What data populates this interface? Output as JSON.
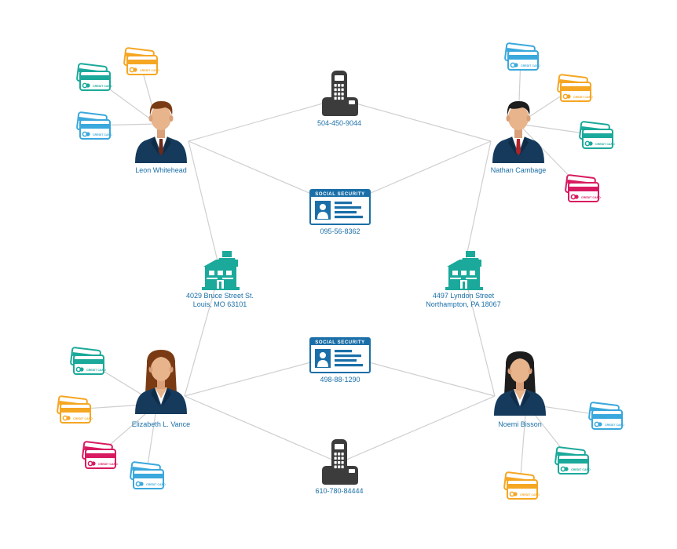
{
  "people": [
    {
      "id": "p1",
      "name": "Leon Whitehead",
      "gender": "male",
      "hair": "brown",
      "tie": "brown"
    },
    {
      "id": "p2",
      "name": "Nathan Cambage",
      "gender": "male",
      "hair": "dark",
      "tie": "red"
    },
    {
      "id": "p3",
      "name": "Elizabeth L. Vance",
      "gender": "female",
      "hair": "brown"
    },
    {
      "id": "p4",
      "name": "Noemi Bisson",
      "gender": "female",
      "hair": "dark"
    }
  ],
  "phones": [
    {
      "id": "ph1",
      "label": "504-450-9044"
    },
    {
      "id": "ph2",
      "label": "610-780-84444"
    }
  ],
  "ssns": [
    {
      "id": "s1",
      "header": "SOCIAL SECURITY",
      "label": "095-56-8362"
    },
    {
      "id": "s2",
      "header": "SOCIAL SECURITY",
      "label": "498-88-1290"
    }
  ],
  "houses": [
    {
      "id": "h1",
      "label": "4029 Bruce Street St.\nLouis, MO 63101"
    },
    {
      "id": "h2",
      "label": "4497 Lyndon Street\nNorthampton, PA 18067"
    }
  ],
  "cards": [
    {
      "owner": "p1",
      "color": "#f5a623",
      "text": "CREDIT CARD"
    },
    {
      "owner": "p1",
      "color": "#1aa99a",
      "text": "CREDIT CARD"
    },
    {
      "owner": "p1",
      "color": "#3aa8dc",
      "text": "CREDIT CARD"
    },
    {
      "owner": "p2",
      "color": "#3aa8dc",
      "text": "CREDIT CARD"
    },
    {
      "owner": "p2",
      "color": "#f5a623",
      "text": "CREDIT CARD"
    },
    {
      "owner": "p2",
      "color": "#1aa99a",
      "text": "CREDIT CARD"
    },
    {
      "owner": "p2",
      "color": "#d81b60",
      "text": "CREDIT CARD"
    },
    {
      "owner": "p3",
      "color": "#1aa99a",
      "text": "CREDIT CARD"
    },
    {
      "owner": "p3",
      "color": "#f5a623",
      "text": "CREDIT CARD"
    },
    {
      "owner": "p3",
      "color": "#d81b60",
      "text": "CREDIT CARD"
    },
    {
      "owner": "p3",
      "color": "#3aa8dc",
      "text": "CREDIT CARD"
    },
    {
      "owner": "p4",
      "color": "#3aa8dc",
      "text": "CREDIT CARD"
    },
    {
      "owner": "p4",
      "color": "#1aa99a",
      "text": "CREDIT CARD"
    },
    {
      "owner": "p4",
      "color": "#f5a623",
      "text": "CREDIT CARD"
    }
  ],
  "links": [
    [
      "p1",
      "ph1"
    ],
    [
      "ph1",
      "p2"
    ],
    [
      "p1",
      "s1"
    ],
    [
      "s1",
      "p2"
    ],
    [
      "p1",
      "h1"
    ],
    [
      "h1",
      "p3"
    ],
    [
      "p2",
      "h2"
    ],
    [
      "h2",
      "p4"
    ],
    [
      "p3",
      "s2"
    ],
    [
      "s2",
      "p4"
    ],
    [
      "p3",
      "ph2"
    ],
    [
      "ph2",
      "p4"
    ]
  ],
  "colors": {
    "teal": "#1aa99a",
    "label": "#1a6fa8",
    "link": "#cfcfcf",
    "ssn_blue": "#1a6fa8",
    "suit": "#163a5c",
    "skin": "#e8b48c",
    "phone": "#3c3c3c"
  }
}
